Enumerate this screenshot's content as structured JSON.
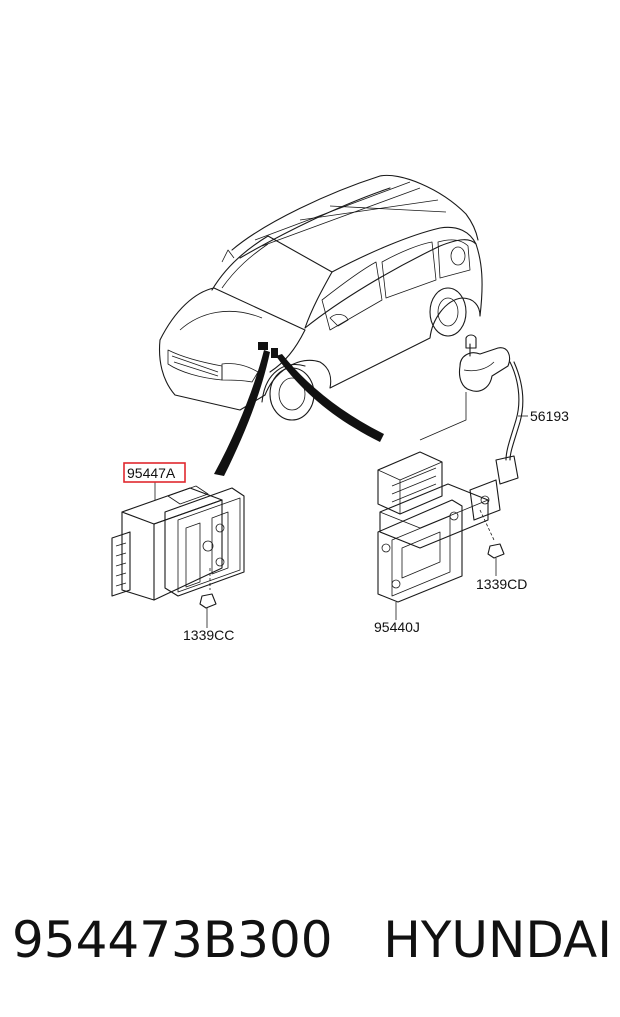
{
  "callouts": {
    "highlighted": "95447A",
    "nut_left": "1339CC",
    "sensor": "56193",
    "module_right": "95440J",
    "nut_right": "1339CD"
  },
  "caption": {
    "part_number": "954473B300",
    "brand": "HYUNDAI"
  },
  "colors": {
    "highlight": "#e0282e",
    "line": "#1a1a1a"
  }
}
